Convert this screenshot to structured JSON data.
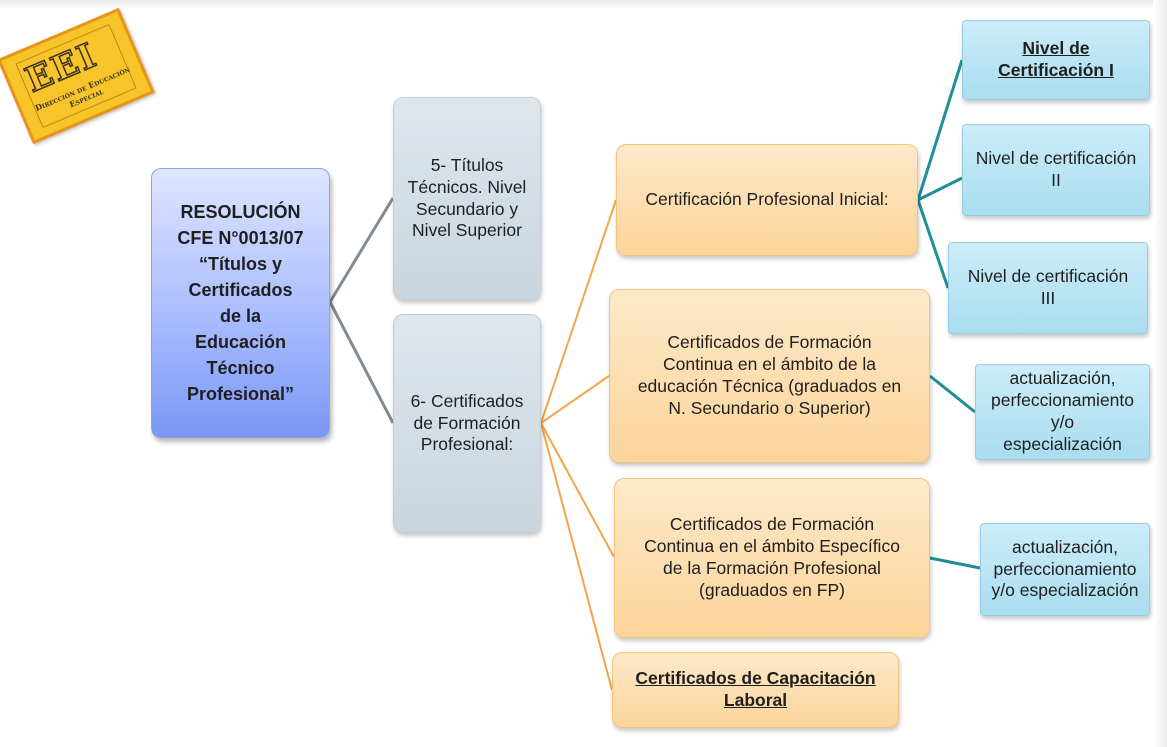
{
  "logo": {
    "mark": "EEI",
    "subtitle": "Dirección de Educación Especial"
  },
  "root": {
    "text": "RESOLUCIÓN\nCFE N°0013/07\n“Títulos y\nCertificados\nde la\nEducación\nTécnico\nProfesional”"
  },
  "level1": [
    {
      "text": "5- Títulos\nTécnicos. Nivel\nSecundario y\nNivel Superior"
    },
    {
      "text": "6- Certificados\nde Formación\nProfesional:"
    }
  ],
  "level2": [
    {
      "text": "Certificación Profesional Inicial:"
    },
    {
      "text": "Certificados de Formación\nContinua en el ámbito de la\neducación Técnica (graduados en\nN. Secundario o Superior)"
    },
    {
      "text": "Certificados de Formación\nContinua en el ámbito Específico\nde la Formación Profesional\n(graduados en FP)"
    },
    {
      "text": "Certificados de Capacitación\nLaboral"
    }
  ],
  "level3": [
    {
      "text": "Nivel de\nCertificación I"
    },
    {
      "text": "Nivel de certificación\nII"
    },
    {
      "text": "Nivel de certificación\nIII"
    },
    {
      "text": "actualización,\nperfeccionamiento\ny/o\nespecialización"
    },
    {
      "text": "actualización,\nperfeccionamiento\ny/o especialización"
    }
  ],
  "colors": {
    "root": "#a9bcff",
    "gray": "#d3dde5",
    "orange": "#fbd49a",
    "teal": "#a9ddf0",
    "connector_gray": "#7f8b95",
    "connector_orange": "#f2a64a",
    "connector_teal": "#1f8e96",
    "logo": "#f7c52a"
  }
}
